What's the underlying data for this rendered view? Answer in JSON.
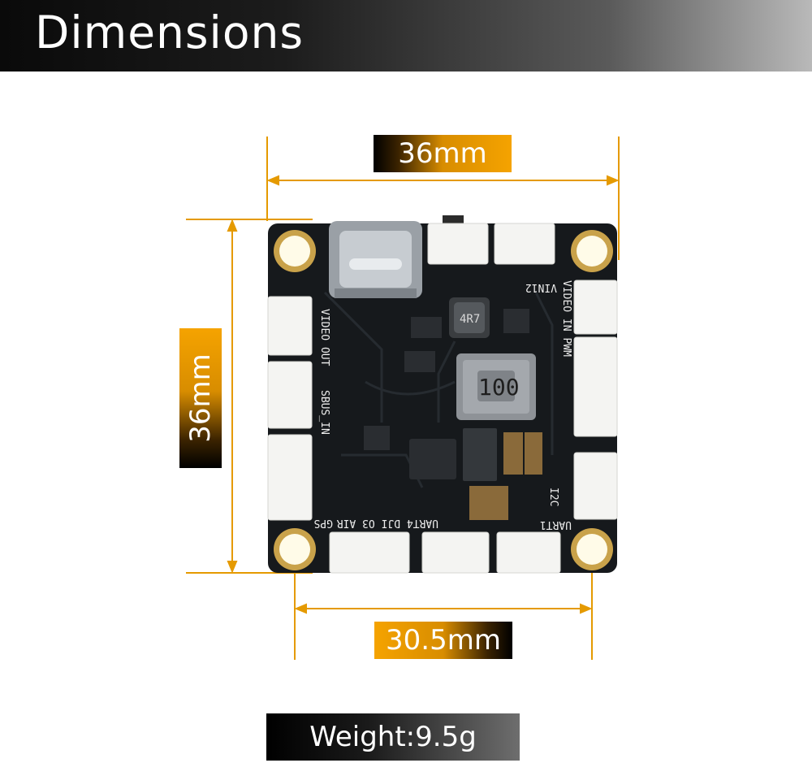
{
  "header": {
    "title": "Dimensions"
  },
  "dimensions": {
    "width_label": "36mm",
    "height_label": "36mm",
    "hole_spacing_label": "30.5mm"
  },
  "weight": {
    "label": "Weight:9.5g"
  },
  "board": {
    "silkscreen": {
      "video_in_pwm": "VIDEO IN PWM",
      "vin": "VIN12",
      "video_out": "VIDEO OUT",
      "sbus": "SBUS_IN",
      "gps": "GPS",
      "dji": "UART4 DJI O3 AIR",
      "i2c": "I2C",
      "uart1": "UART1",
      "inductor_small": "4R7",
      "inductor_big": "100"
    }
  },
  "colors": {
    "accent": "#e89b00",
    "pcb": "#16191c",
    "pad_gold": "#c9a24a"
  }
}
